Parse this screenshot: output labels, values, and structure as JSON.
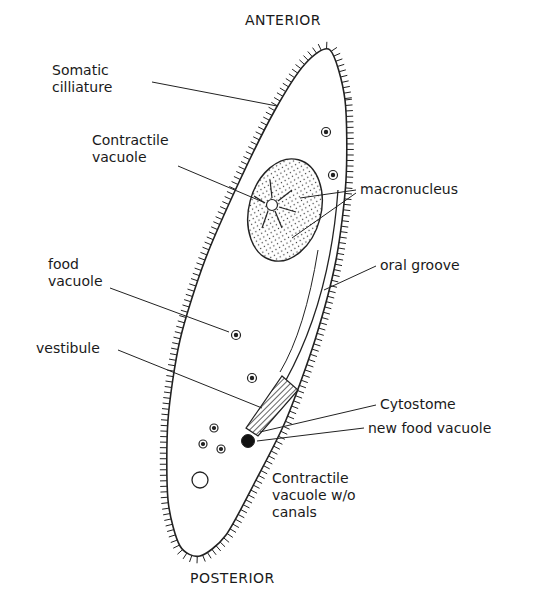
{
  "diagram": {
    "labels": [
      "ANTERIOR",
      "Somatic cilliature",
      "Contractile vacuole",
      "macronucleus",
      "food vacuole",
      "oral groove",
      "vestibule",
      "Cytostome",
      "new food vacuole",
      "Contractile vacuole w/o canals",
      "POSTERIOR"
    ]
  }
}
